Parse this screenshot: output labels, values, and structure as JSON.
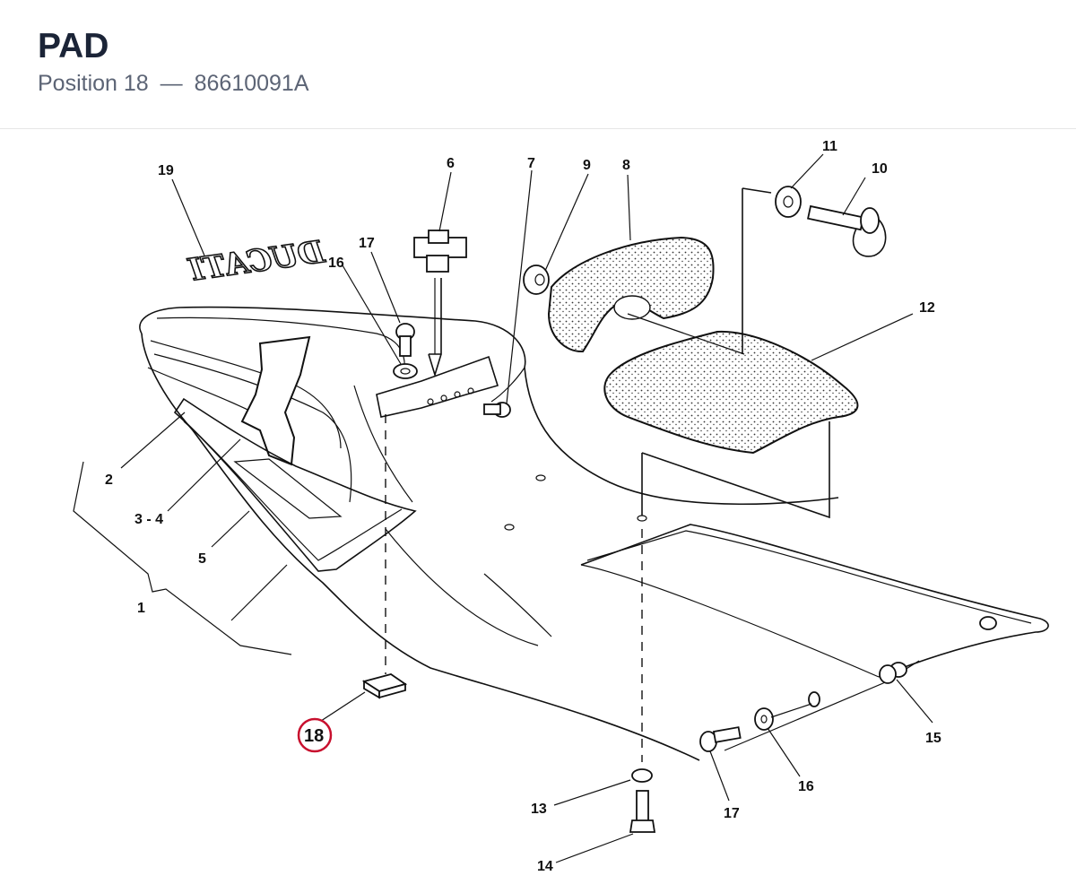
{
  "header": {
    "title": "PAD",
    "subtitle_prefix": "Position 18",
    "subtitle_sep": "—",
    "part_number": "86610091A"
  },
  "diagram": {
    "logo_text": "DUCATI",
    "highlight_color": "#c8102e",
    "highlighted_position": "18",
    "callouts": {
      "c1": "1",
      "c2": "2",
      "c34": "3 - 4",
      "c5": "5",
      "c6": "6",
      "c7": "7",
      "c8": "8",
      "c9": "9",
      "c10": "10",
      "c11": "11",
      "c12": "12",
      "c13": "13",
      "c14": "14",
      "c15": "15",
      "c16a": "16",
      "c16b": "16",
      "c17a": "17",
      "c17b": "17",
      "c18": "18",
      "c19": "19"
    }
  }
}
